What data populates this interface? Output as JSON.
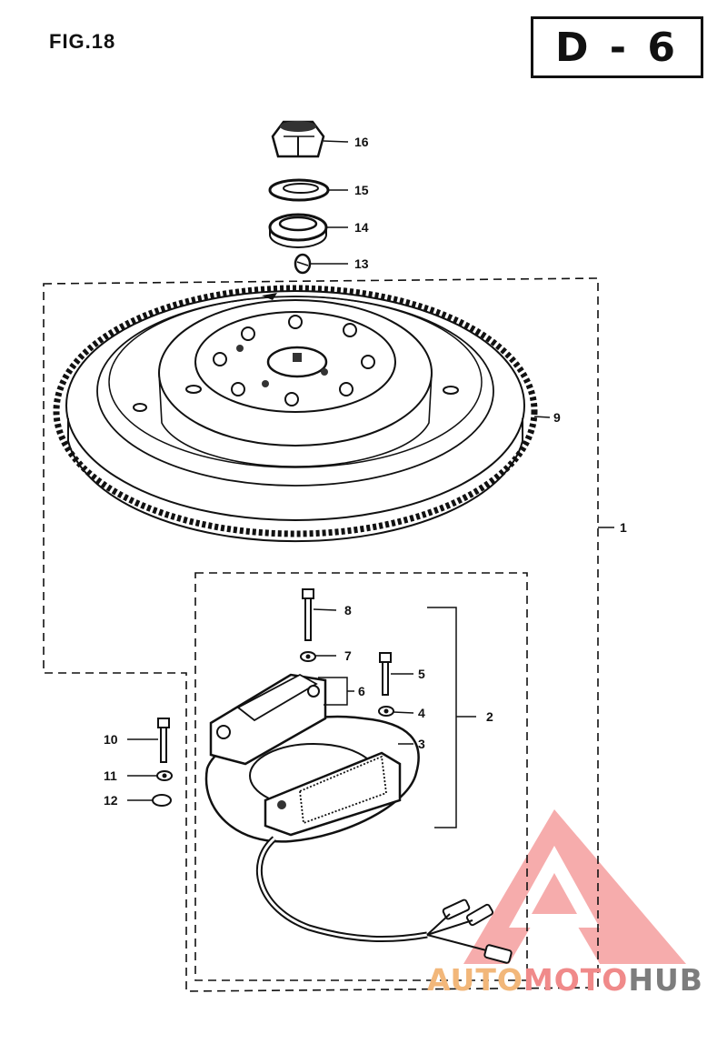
{
  "figure": {
    "title": "FIG.18",
    "page_code": "D - 6"
  },
  "parts": [
    {
      "ref": "16"
    },
    {
      "ref": "15"
    },
    {
      "ref": "14"
    },
    {
      "ref": "13"
    },
    {
      "ref": "9"
    },
    {
      "ref": "1"
    },
    {
      "ref": "8"
    },
    {
      "ref": "7"
    },
    {
      "ref": "6"
    },
    {
      "ref": "5"
    },
    {
      "ref": "4"
    },
    {
      "ref": "3"
    },
    {
      "ref": "2"
    },
    {
      "ref": "10"
    },
    {
      "ref": "11"
    },
    {
      "ref": "12"
    }
  ],
  "watermark": {
    "part1": "AUTO",
    "part2": "MOTO",
    "part3": "HUB",
    "colors": [
      "#f2b77a",
      "#f08a8a",
      "#7d7d7d"
    ]
  }
}
